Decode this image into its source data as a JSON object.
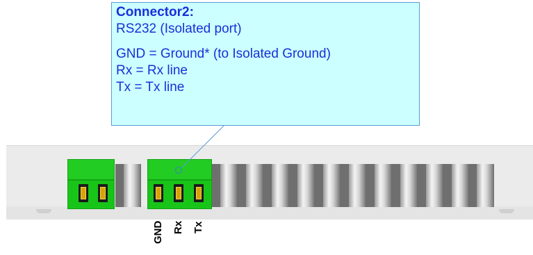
{
  "callout": {
    "title": "Connector2:",
    "subtitle": "RS232 (Isolated port)",
    "lines": [
      "GND = Ground* (to Isolated Ground)",
      "Rx = Rx line",
      "Tx = Tx line"
    ]
  },
  "pins": {
    "gnd": "GND",
    "rx": "Rx",
    "tx": "Tx"
  },
  "colors": {
    "callout_bg": "#ccffff",
    "callout_text": "#1a2fd8",
    "connector_green": "#22cc22",
    "pin_gold": "#d9a400"
  }
}
